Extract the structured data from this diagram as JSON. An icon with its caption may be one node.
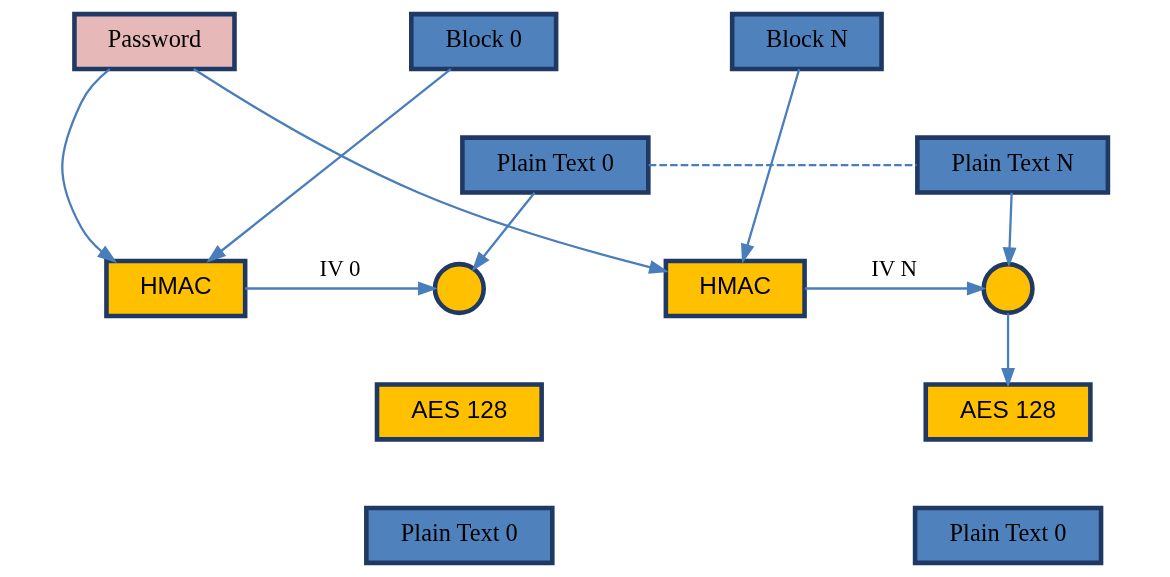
{
  "diagram": {
    "nodes": [
      {
        "text": [
          "Password"
        ]
      },
      {
        "text": [
          "Block 0"
        ]
      },
      {
        "text": [
          "Block N"
        ]
      },
      {
        "text": [
          "Plain Text 0"
        ]
      },
      {
        "text": [
          "Plain Text N"
        ]
      },
      {
        "text": [
          "HMAC"
        ]
      },
      {
        "text": [],
        "shape": "circle"
      },
      {
        "text": [
          "HMAC"
        ]
      },
      {
        "text": [],
        "shape": "circle"
      },
      {
        "text": [
          "AES 128"
        ]
      },
      {
        "text": [
          "AES 128"
        ]
      },
      {
        "text": [
          "Plain Text 0"
        ]
      },
      {
        "text": [
          "Plain Text 0"
        ]
      }
    ],
    "edges": [
      {
        "from": 0,
        "to": 5,
        "arrow": "to"
      },
      {
        "from": 1,
        "to": 5,
        "arrow": "to"
      },
      {
        "from": 0,
        "to": 7,
        "arrow": "to"
      },
      {
        "from": 2,
        "to": 7,
        "arrow": "to"
      },
      {
        "from": 3,
        "to": 4,
        "arrow": "none",
        "style": "dashed"
      },
      {
        "from": 3,
        "to": 6,
        "arrow": "to"
      },
      {
        "from": 5,
        "to": 6,
        "arrow": "to",
        "label": "IV 0"
      },
      {
        "from": 4,
        "to": 8,
        "arrow": "to"
      },
      {
        "from": 7,
        "to": 8,
        "arrow": "to",
        "label": "IV N"
      },
      {
        "from": 8,
        "to": 10,
        "arrow": "to"
      }
    ]
  }
}
